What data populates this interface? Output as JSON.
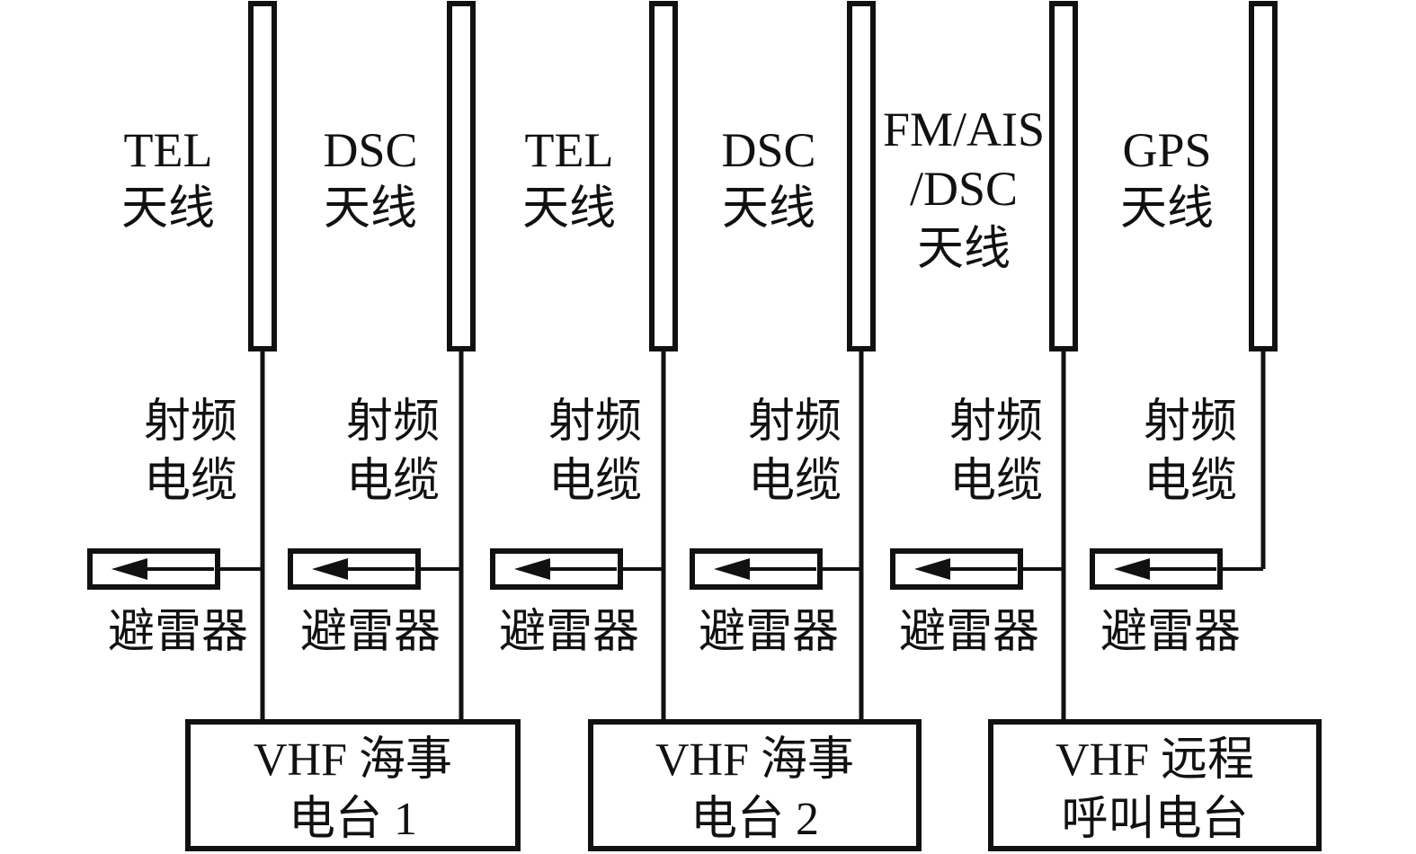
{
  "antennas": [
    {
      "label_lines": [
        "TEL",
        "天线"
      ]
    },
    {
      "label_lines": [
        "DSC",
        "天线"
      ]
    },
    {
      "label_lines": [
        "TEL",
        "天线"
      ]
    },
    {
      "label_lines": [
        "DSC",
        "天线"
      ]
    },
    {
      "label_lines": [
        "FM/AIS",
        "/DSC",
        "天线"
      ]
    },
    {
      "label_lines": [
        "GPS",
        "天线"
      ]
    }
  ],
  "cable_label_lines": [
    "射频",
    "电缆"
  ],
  "arrester_label": "避雷器",
  "stations": [
    {
      "label_lines": [
        "VHF 海事",
        "电台 1"
      ]
    },
    {
      "label_lines": [
        "VHF 海事",
        "电台 2"
      ]
    },
    {
      "label_lines": [
        "VHF 远程",
        "呼叫电台"
      ]
    }
  ],
  "colors": {
    "stroke": "#111111",
    "background": "#ffffff"
  }
}
